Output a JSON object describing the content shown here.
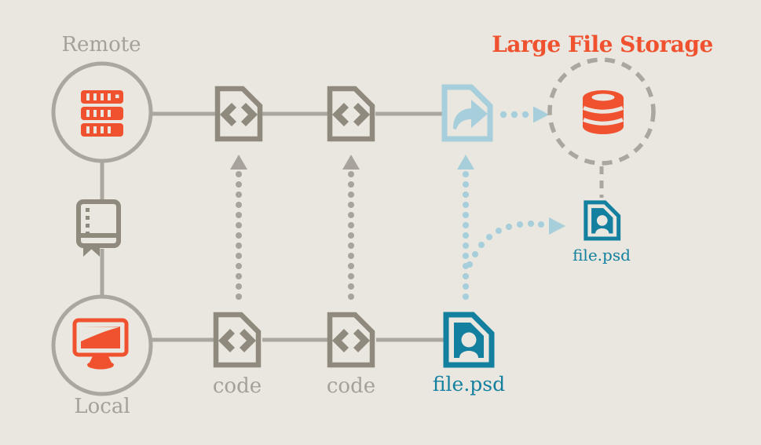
{
  "title": "Large File Storage",
  "nodes": {
    "remote": {
      "label": "Remote",
      "icon": "server-icon"
    },
    "local": {
      "label": "Local",
      "icon": "monitor-icon"
    },
    "repository": {
      "icon": "journal-book-icon"
    },
    "commit_top_1": {
      "icon": "code-file-icon"
    },
    "commit_top_2": {
      "icon": "code-file-icon"
    },
    "pointer_file": {
      "icon": "pointer-file-icon"
    },
    "lfs_storage": {
      "icon": "database-icon"
    },
    "commit_bottom_1": {
      "label": "code",
      "icon": "code-file-icon"
    },
    "commit_bottom_2": {
      "label": "code",
      "icon": "code-file-icon"
    },
    "large_file": {
      "label": "file.psd",
      "icon": "image-file-icon"
    },
    "stored_file": {
      "label": "file.psd",
      "icon": "image-file-icon"
    }
  },
  "colors": {
    "background": "#E9E7DF",
    "orange": "#F0512F",
    "teal": "#14809F",
    "light_blue": "#A6CEDB",
    "gray_line": "#ACA79E",
    "gray_icon": "#8F897E",
    "gray_text": "#A5A098"
  }
}
